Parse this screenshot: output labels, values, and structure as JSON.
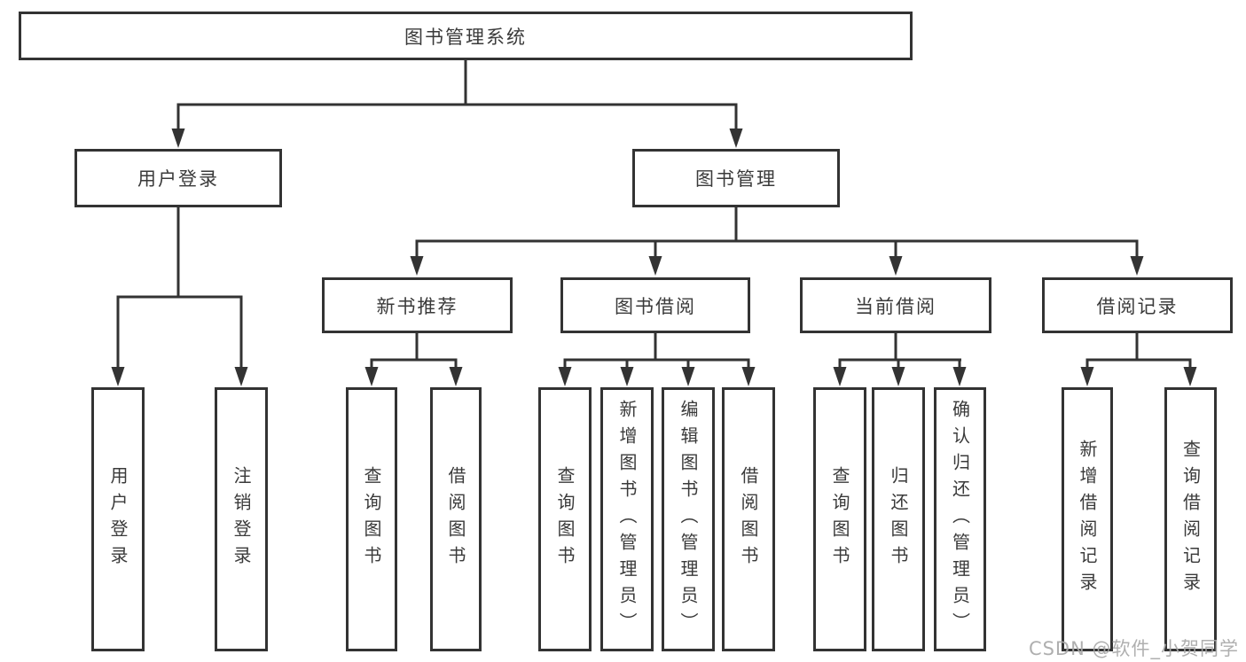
{
  "page": {
    "background": "#ffffff"
  },
  "diagram": {
    "type": "hierarchy-tree",
    "root": {
      "label": "图书管理系统"
    },
    "branches": [
      {
        "label": "用户登录",
        "leaves": [
          {
            "label": "用户登录"
          },
          {
            "label": "注销登录"
          }
        ]
      },
      {
        "label": "图书管理",
        "groups": [
          {
            "label": "新书推荐",
            "leaves": [
              {
                "label": "查询图书"
              },
              {
                "label": "借阅图书"
              }
            ]
          },
          {
            "label": "图书借阅",
            "leaves": [
              {
                "label": "查询图书"
              },
              {
                "label": "新增图书（管理员）"
              },
              {
                "label": "编辑图书（管理员）"
              },
              {
                "label": "借阅图书"
              }
            ]
          },
          {
            "label": "当前借阅",
            "leaves": [
              {
                "label": "查询图书"
              },
              {
                "label": "归还图书"
              },
              {
                "label": "确认归还（管理员）"
              }
            ]
          },
          {
            "label": "借阅记录",
            "leaves": [
              {
                "label": "新增借阅记录"
              },
              {
                "label": "查询借阅记录"
              }
            ]
          }
        ]
      }
    ],
    "colors": {
      "line": "#333333",
      "box_border": "#333333",
      "text": "#3a3a3a"
    }
  },
  "watermark": {
    "text": "CSDN @软件_小贺同学",
    "color": "#a8a8a8"
  }
}
